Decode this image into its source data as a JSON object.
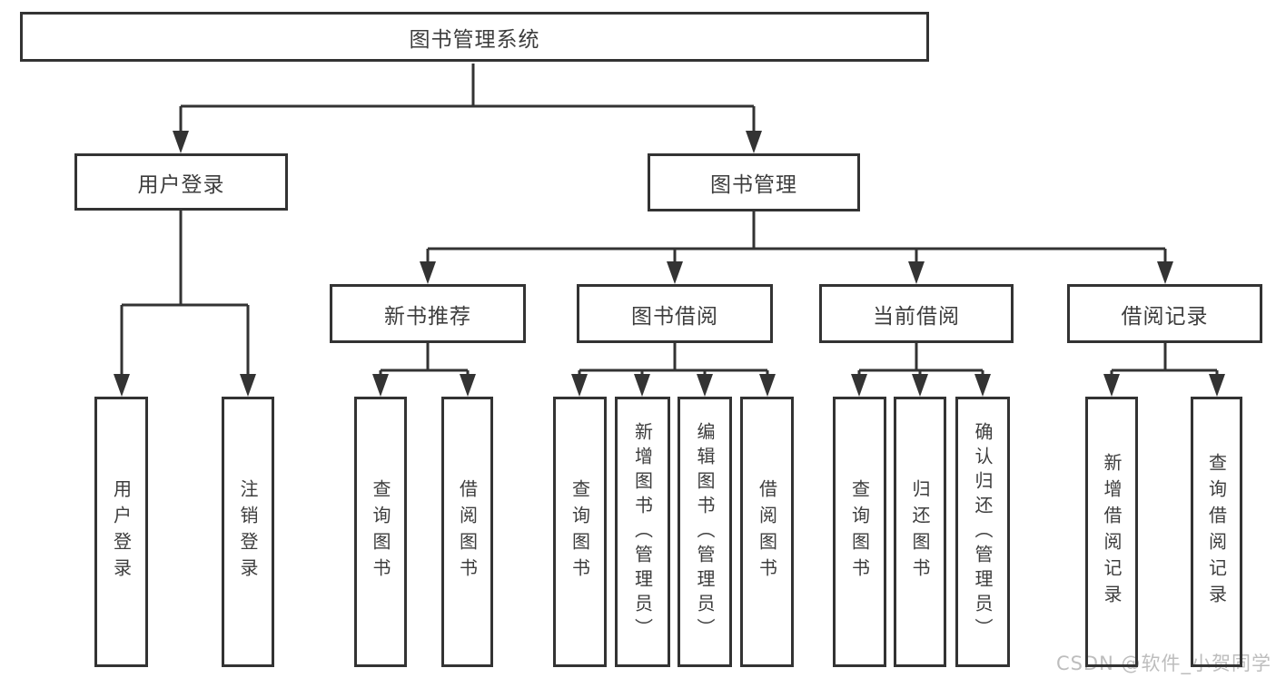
{
  "tree": {
    "root": {
      "label": "图书管理系统"
    },
    "branches": [
      {
        "label": "用户登录",
        "children": [
          {
            "label": "用户登录"
          },
          {
            "label": "注销登录"
          }
        ]
      },
      {
        "label": "图书管理",
        "sections": [
          {
            "label": "新书推荐",
            "children": [
              {
                "label": "查询图书"
              },
              {
                "label": "借阅图书"
              }
            ]
          },
          {
            "label": "图书借阅",
            "children": [
              {
                "label": "查询图书"
              },
              {
                "label": "新增图书（管理员）"
              },
              {
                "label": "编辑图书（管理员）"
              },
              {
                "label": "借阅图书"
              }
            ]
          },
          {
            "label": "当前借阅",
            "children": [
              {
                "label": "查询图书"
              },
              {
                "label": "归还图书"
              },
              {
                "label": "确认归还（管理员）"
              }
            ]
          },
          {
            "label": "借阅记录",
            "children": [
              {
                "label": "新增借阅记录"
              },
              {
                "label": "查询借阅记录"
              }
            ]
          }
        ]
      }
    ]
  },
  "watermark": {
    "text": "CSDN @软件_小贺同学"
  },
  "colors": {
    "line": "#333333",
    "text": "#3d3d3d",
    "watermark": "#bdbdbd",
    "background": "#ffffff"
  }
}
